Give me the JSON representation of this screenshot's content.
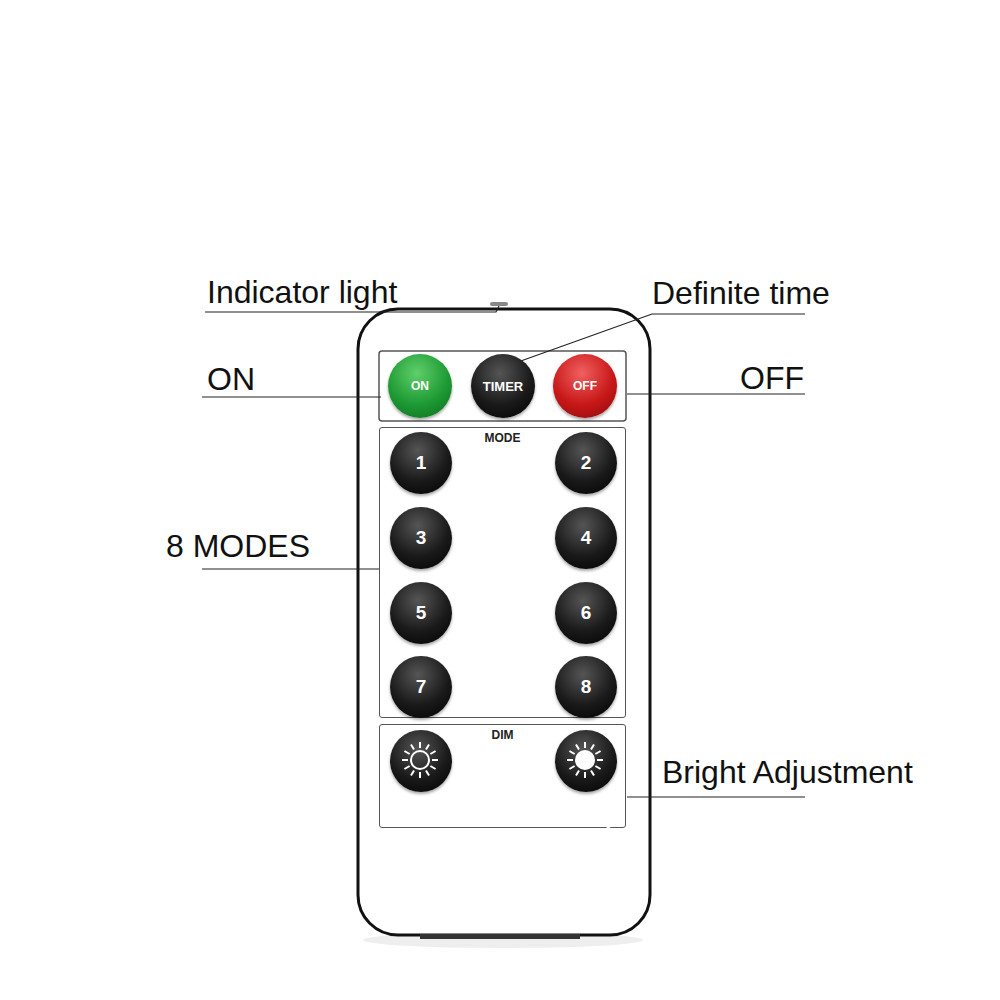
{
  "diagram": {
    "nodes": [
      {
        "text": [
          "ON"
        ]
      },
      {
        "text": [
          "TIMER"
        ]
      },
      {
        "text": [
          "OFF"
        ]
      },
      {
        "text": [
          "MODE"
        ]
      },
      {
        "text": [
          "1"
        ],
        "in": 3
      },
      {
        "text": [
          "2"
        ],
        "in": 3
      },
      {
        "text": [
          "3"
        ],
        "in": 3
      },
      {
        "text": [
          "4"
        ],
        "in": 3
      },
      {
        "text": [
          "5"
        ],
        "in": 3
      },
      {
        "text": [
          "6"
        ],
        "in": 3
      },
      {
        "text": [
          "7"
        ],
        "in": 3
      },
      {
        "text": [
          "8"
        ],
        "in": 3
      },
      {
        "text": [
          "DIM"
        ]
      },
      {
        "text": [
          "−"
        ],
        "in": 12
      },
      {
        "text": [
          "+"
        ],
        "in": 12
      }
    ],
    "labels": [
      "Indicator light",
      "Definite time",
      "ON",
      "OFF",
      "8 MODES",
      "Bright Adjustment"
    ]
  }
}
